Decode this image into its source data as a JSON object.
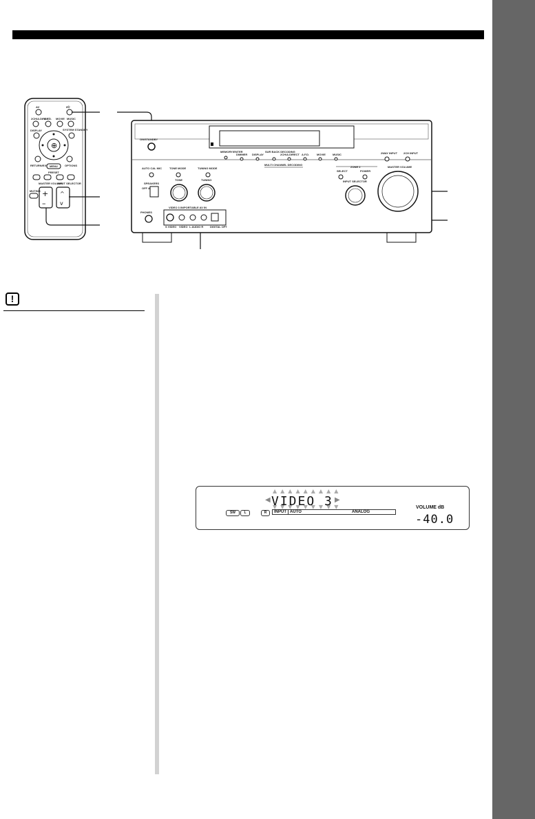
{
  "display": {
    "input_name": "VIDEO 3",
    "indicators": [
      "SW",
      "L",
      "R"
    ],
    "input_label": "INPUT",
    "input_mode": "AUTO",
    "signal": "ANALOG",
    "volume_label": "VOLUME dB",
    "volume_value": "-40.0"
  },
  "receiver": {
    "standby": "ON/STANDBY",
    "memory_enter": "MEMORY/ENTER",
    "dimmer": "DIMMER",
    "display": "DISPLAY",
    "sur_back_decoding": "SUR BACK DECODING",
    "2ch_direct": "2CH/A.DIRECT",
    "afd": "A.F.D.",
    "movie": "MOVIE",
    "music": "MUSIC",
    "2way_input": "2WAY INPUT",
    "2ch_input": "2CH INPUT",
    "multi_channel_decoding": "MULTI CHANNEL DECODING",
    "auto_cal_mic": "AUTO CAL MIC",
    "tone_mode": "TONE MODE",
    "tuning_mode": "TUNING MODE",
    "tone": "TONE",
    "tuning": "TUNING",
    "speakers": "SPEAKERS",
    "speakers_ab": "OFF A B A+B",
    "phones": "PHONES",
    "video3_in": "VIDEO 3 IN/PORTABLE AV IN",
    "svideo": "S VIDEO",
    "video": "VIDEO",
    "audio": "L AUDIO R",
    "digital": "DIGITAL OPT",
    "zone2": "ZONE 2",
    "select": "SELECT",
    "power": "POWER",
    "input_selector": "INPUT SELECTOR",
    "master_volume": "MASTER VOLUME"
  },
  "remote": {
    "av": "AV",
    "power": "I/⏻",
    "2ch": "2CH/A.DIRECT",
    "afd": "A.F.D.",
    "movie": "MOVIE",
    "music": "MUSIC",
    "display": "DISPLAY",
    "system_standby": "SYSTEM STANDBY",
    "return_exit": "RETURN/EXIT",
    "options": "OPTIONS",
    "menu": "MENU",
    "presets": "PRESET",
    "master_volume": "MASTER VOLUME",
    "input_selector": "INPUT SELECTOR",
    "muting": "MUTING",
    "plus": "+",
    "minus": "–"
  },
  "note": {
    "icon": "!"
  }
}
